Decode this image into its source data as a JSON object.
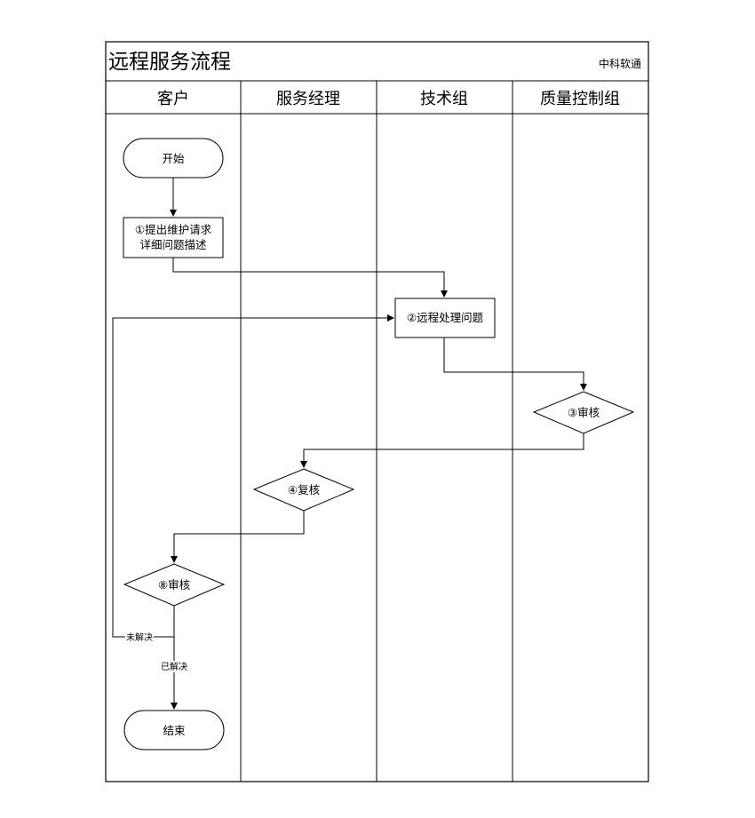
{
  "title": "远程服务流程",
  "brand": "中科软通",
  "lanes": [
    "客户",
    "服务经理",
    "技术组",
    "质量控制组"
  ],
  "nodes": {
    "start": "开始",
    "request_line1": "①提出维护请求",
    "request_line2": "详细问题描述",
    "remote": "②远程处理问题",
    "qc_review": "③审核",
    "recheck": "④复核",
    "client_review": "⑧审核",
    "end": "结束"
  },
  "edges": {
    "unresolved": "未解决",
    "resolved": "已解决"
  }
}
